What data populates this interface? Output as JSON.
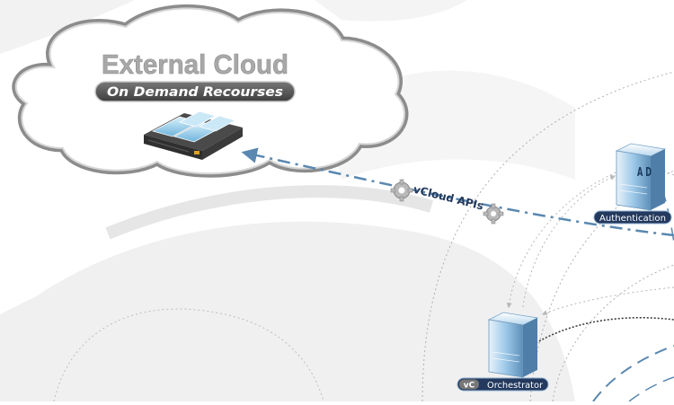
{
  "cloud": {
    "title": "External Cloud",
    "subtitle": "On Demand Recourses"
  },
  "link": {
    "label": "vCloud APIs"
  },
  "nodes": {
    "authentication": {
      "badge": "A D",
      "label": "Authentication"
    },
    "orchestrator": {
      "badge": "vC",
      "label": "Orchestrator"
    }
  },
  "colors": {
    "cloud_outline": "#8c8c8c",
    "title_grey": "#a8a8a8",
    "pill_dark": "#555555",
    "link_blue": "#5a88b0",
    "label_navy": "#23395d",
    "server_blue": "#9cc8e8"
  }
}
